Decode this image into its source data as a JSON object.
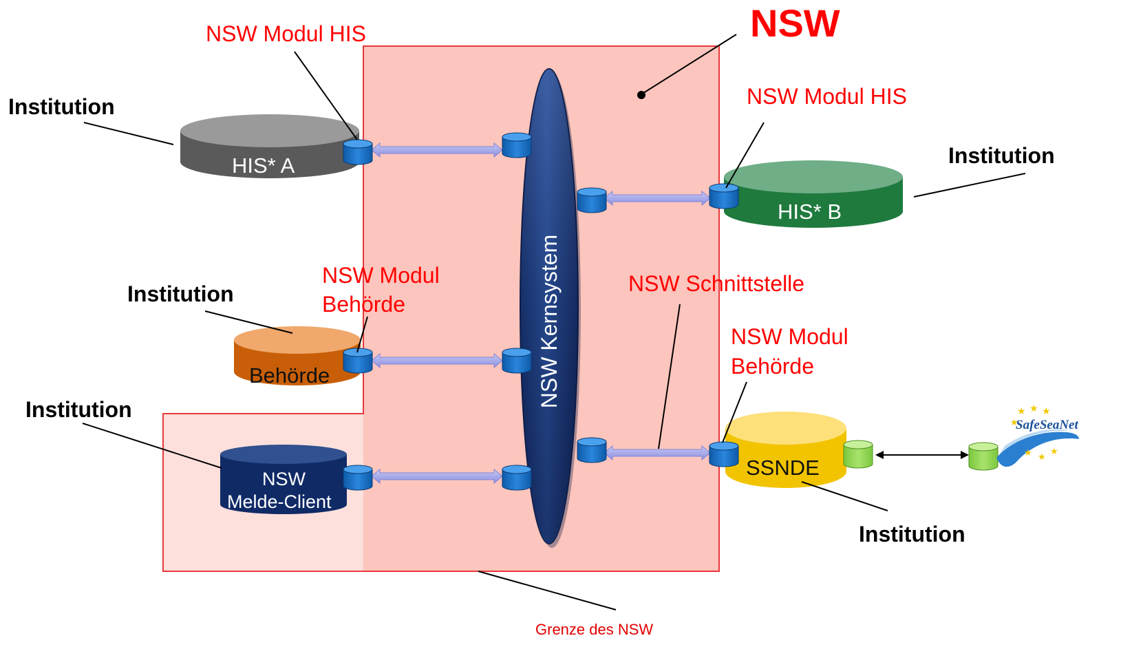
{
  "title": "NSW",
  "core_label": "NSW Kernsystem",
  "boundary_label": "Grenze des NSW",
  "modules": {
    "his_top_left": "NSW Modul HIS",
    "his_top_right": "NSW Modul HIS",
    "behoerde_left_line1": "NSW Modul",
    "behoerde_left_line2": "Behörde",
    "behoerde_right_line1": "NSW Modul",
    "behoerde_right_line2": "Behörde",
    "schnittstelle": "NSW Schnittstelle"
  },
  "institutions": {
    "label": "Institution"
  },
  "systems": {
    "his_a": "HIS* A",
    "his_b": "HIS* B",
    "behoerde": "Behörde",
    "melde_client_line1": "NSW",
    "melde_client_line2": "Melde-Client",
    "ssnde": "SSNDE"
  },
  "external_logo": "SafeSeaNet",
  "colors": {
    "boundary_fill": "#fcc5bd",
    "boundary_light": "#fde0dc",
    "boundary_stroke": "#e8383b",
    "his_a": "#6e6e6e",
    "his_b": "#2e8a4c",
    "behoerde": "#d96e10",
    "melde_client": "#16306e",
    "ssnde": "#f5c800",
    "core": "#1e3a78",
    "connector": "#1a6fc4",
    "connector_green": "#8fd650"
  }
}
